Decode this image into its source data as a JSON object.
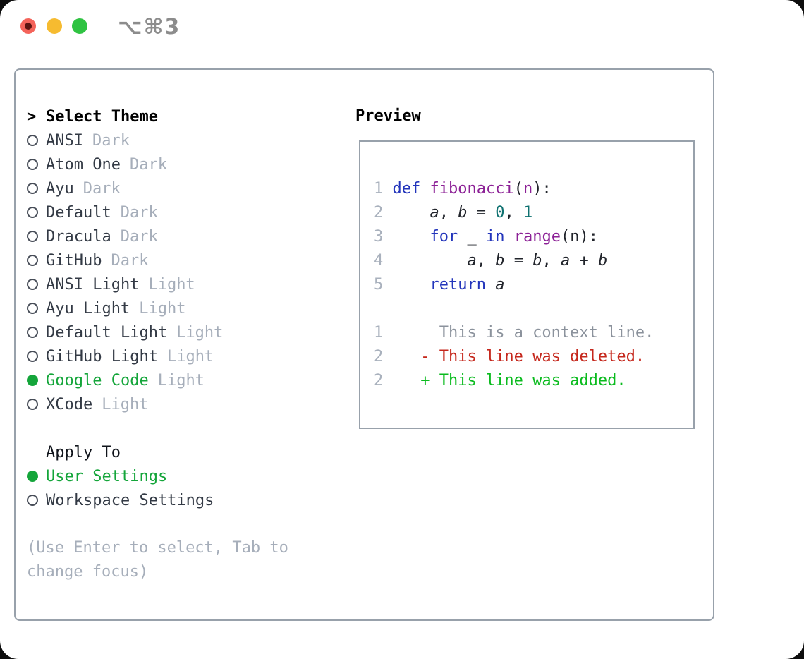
{
  "window": {
    "shortcut": "⌥⌘3"
  },
  "colors": {
    "accent_green": "#14a53a",
    "added_green": "#0abb1e",
    "deleted_red": "#c5271c",
    "keyword_blue": "#2335bb",
    "name_purple": "#8c2196",
    "literal_teal": "#0e7170",
    "muted_gray": "#a6aeba",
    "border_gray": "#98a1ab"
  },
  "theme_picker": {
    "cursor": ">",
    "title": "Select Theme",
    "items": [
      {
        "name": "ANSI",
        "variant": "Dark",
        "selected": false
      },
      {
        "name": "Atom One",
        "variant": "Dark",
        "selected": false
      },
      {
        "name": "Ayu",
        "variant": "Dark",
        "selected": false
      },
      {
        "name": "Default",
        "variant": "Dark",
        "selected": false
      },
      {
        "name": "Dracula",
        "variant": "Dark",
        "selected": false
      },
      {
        "name": "GitHub",
        "variant": "Dark",
        "selected": false
      },
      {
        "name": "ANSI Light",
        "variant": "Light",
        "selected": false
      },
      {
        "name": "Ayu Light",
        "variant": "Light",
        "selected": false
      },
      {
        "name": "Default Light",
        "variant": "Light",
        "selected": false
      },
      {
        "name": "GitHub Light",
        "variant": "Light",
        "selected": false
      },
      {
        "name": "Google Code",
        "variant": "Light",
        "selected": true
      },
      {
        "name": "XCode",
        "variant": "Light",
        "selected": false
      }
    ]
  },
  "apply_to": {
    "title": "Apply To",
    "options": [
      {
        "label": "User Settings",
        "selected": true
      },
      {
        "label": "Workspace Settings",
        "selected": false
      }
    ]
  },
  "help_text": "(Use Enter to select, Tab to change focus)",
  "preview": {
    "title": "Preview",
    "lines": [
      {
        "num": "1",
        "tokens": [
          [
            "p",
            " "
          ],
          [
            "k",
            "def"
          ],
          [
            "p",
            " "
          ],
          [
            "n",
            "fibonacci"
          ],
          [
            "p",
            "("
          ],
          [
            "n",
            "n"
          ],
          [
            "p",
            "):"
          ]
        ]
      },
      {
        "num": "2",
        "tokens": [
          [
            "p",
            "     "
          ],
          [
            "v",
            "a"
          ],
          [
            "p",
            ", "
          ],
          [
            "v",
            "b"
          ],
          [
            "p",
            " = "
          ],
          [
            "l",
            "0"
          ],
          [
            "p",
            ", "
          ],
          [
            "l",
            "1"
          ]
        ]
      },
      {
        "num": "3",
        "tokens": [
          [
            "p",
            "     "
          ],
          [
            "k",
            "for"
          ],
          [
            "p",
            " "
          ],
          [
            "v",
            "_"
          ],
          [
            "p",
            " "
          ],
          [
            "k",
            "in"
          ],
          [
            "p",
            " "
          ],
          [
            "n",
            "range"
          ],
          [
            "p",
            "(n):"
          ]
        ]
      },
      {
        "num": "4",
        "tokens": [
          [
            "p",
            "         "
          ],
          [
            "v",
            "a"
          ],
          [
            "p",
            ", "
          ],
          [
            "v",
            "b"
          ],
          [
            "p",
            " = "
          ],
          [
            "v",
            "b"
          ],
          [
            "p",
            ", "
          ],
          [
            "v",
            "a"
          ],
          [
            "p",
            " + "
          ],
          [
            "v",
            "b"
          ]
        ]
      },
      {
        "num": "5",
        "tokens": [
          [
            "p",
            "     "
          ],
          [
            "k",
            "return"
          ],
          [
            "p",
            " "
          ],
          [
            "v",
            "a"
          ]
        ]
      },
      {
        "num": "",
        "tokens": []
      },
      {
        "num": "1",
        "tokens": [
          [
            "c",
            "      This is a context line."
          ]
        ]
      },
      {
        "num": "2",
        "tokens": [
          [
            "d",
            "    - This line was deleted."
          ]
        ]
      },
      {
        "num": "2",
        "tokens": [
          [
            "a",
            "    + This line was added."
          ]
        ]
      }
    ]
  }
}
